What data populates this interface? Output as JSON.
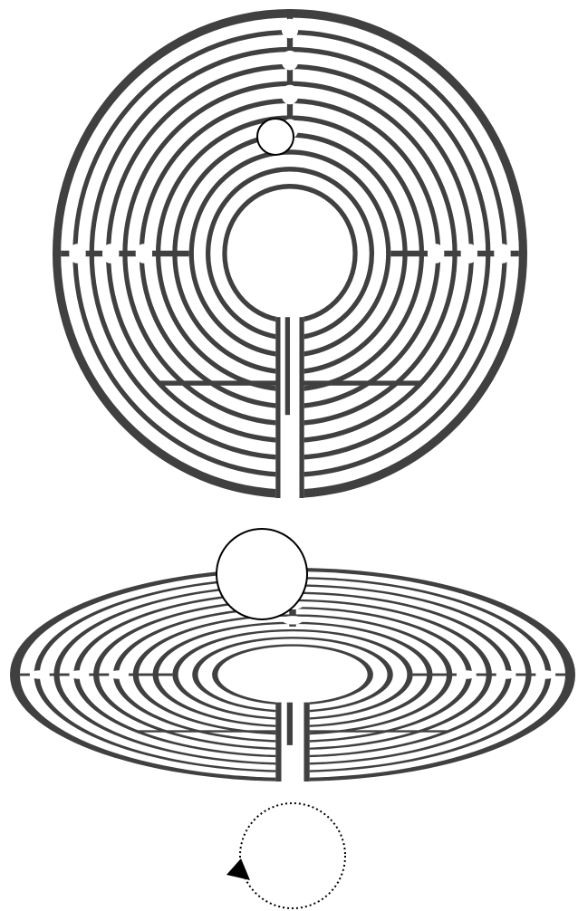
{
  "colors": {
    "background": "#ffffff",
    "maze_wall": "#404040",
    "marker_fill": "#ffffff",
    "marker_stroke": "#000000",
    "rotation_indicator": "#000000"
  },
  "figures": [
    {
      "name": "labyrinth-circular-view",
      "view": "top-down",
      "circuits": 7
    },
    {
      "name": "labyrinth-perspective-view",
      "view": "oblique",
      "circuits": 7
    }
  ],
  "markers": [
    {
      "name": "position-marker-small",
      "shape": "circle"
    },
    {
      "name": "position-marker-large",
      "shape": "circle"
    }
  ],
  "rotation_indicator": {
    "icon": "dotted-circular-arrow-icon",
    "direction": "counterclockwise"
  }
}
